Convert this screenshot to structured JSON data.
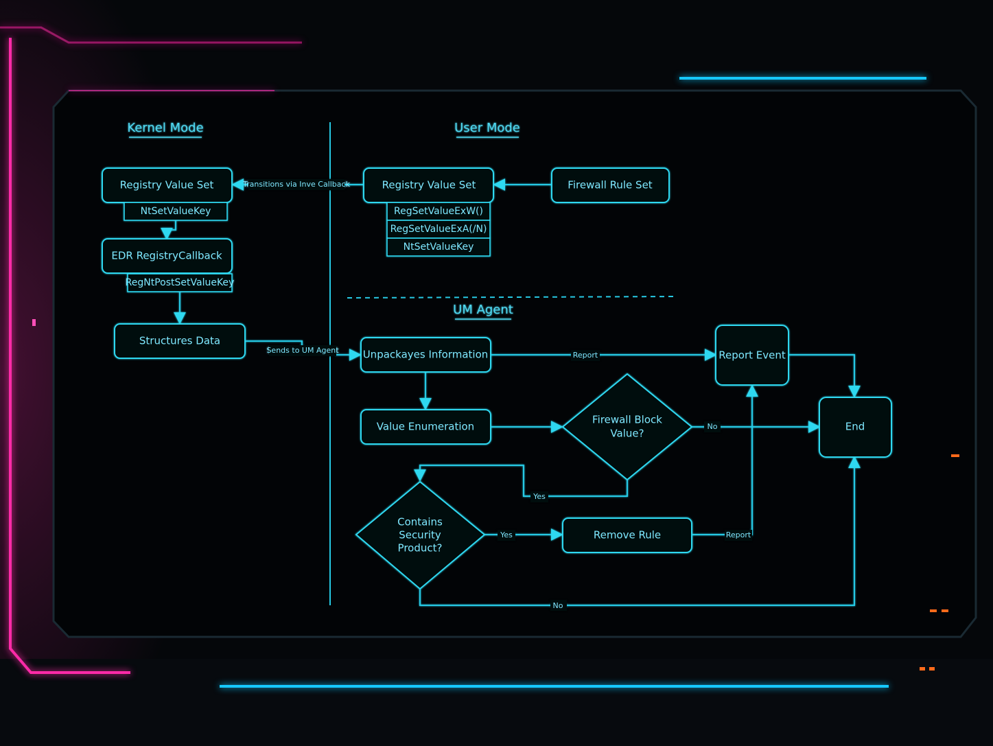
{
  "lanes": {
    "kernel": "Kernel Mode",
    "user": "User Mode",
    "agent": "UM Agent"
  },
  "nodes": {
    "k_regset": "Registry Value Set",
    "k_ntset": "NtSetValueKey",
    "k_edr": "EDR RegistryCallback",
    "k_regnt": "RegNtPostSetValueKey",
    "k_struct": "Structures Data",
    "u_regset": "Registry Value Set",
    "u_w": "RegSetValueExW()",
    "u_a": "RegSetValueExA(/N)",
    "u_nt": "NtSetValueKey",
    "u_fw": "Firewall Rule Set",
    "a_unpack": "Unpackayes Information",
    "a_report": "Report Event",
    "a_enum": "Value Enumeration",
    "a_fwblock": [
      "Firewall Block",
      "Value?"
    ],
    "a_end": "End",
    "a_contains": [
      "Contains",
      "Security",
      "Product?"
    ],
    "a_remove": "Remove Rule"
  },
  "edge_labels": {
    "transitions": "Transitions via Inve Callback",
    "sends": "Sends to UM Agent",
    "report1": "Report",
    "no1": "No",
    "yes1": "Yes",
    "yes2": "Yes",
    "report2": "Report",
    "no2": "No"
  },
  "colors": {
    "accent": "#2fd8f0",
    "neon_pink": "#ff2aa8",
    "neon_blue": "#18c8ff",
    "background": "#05070a"
  }
}
